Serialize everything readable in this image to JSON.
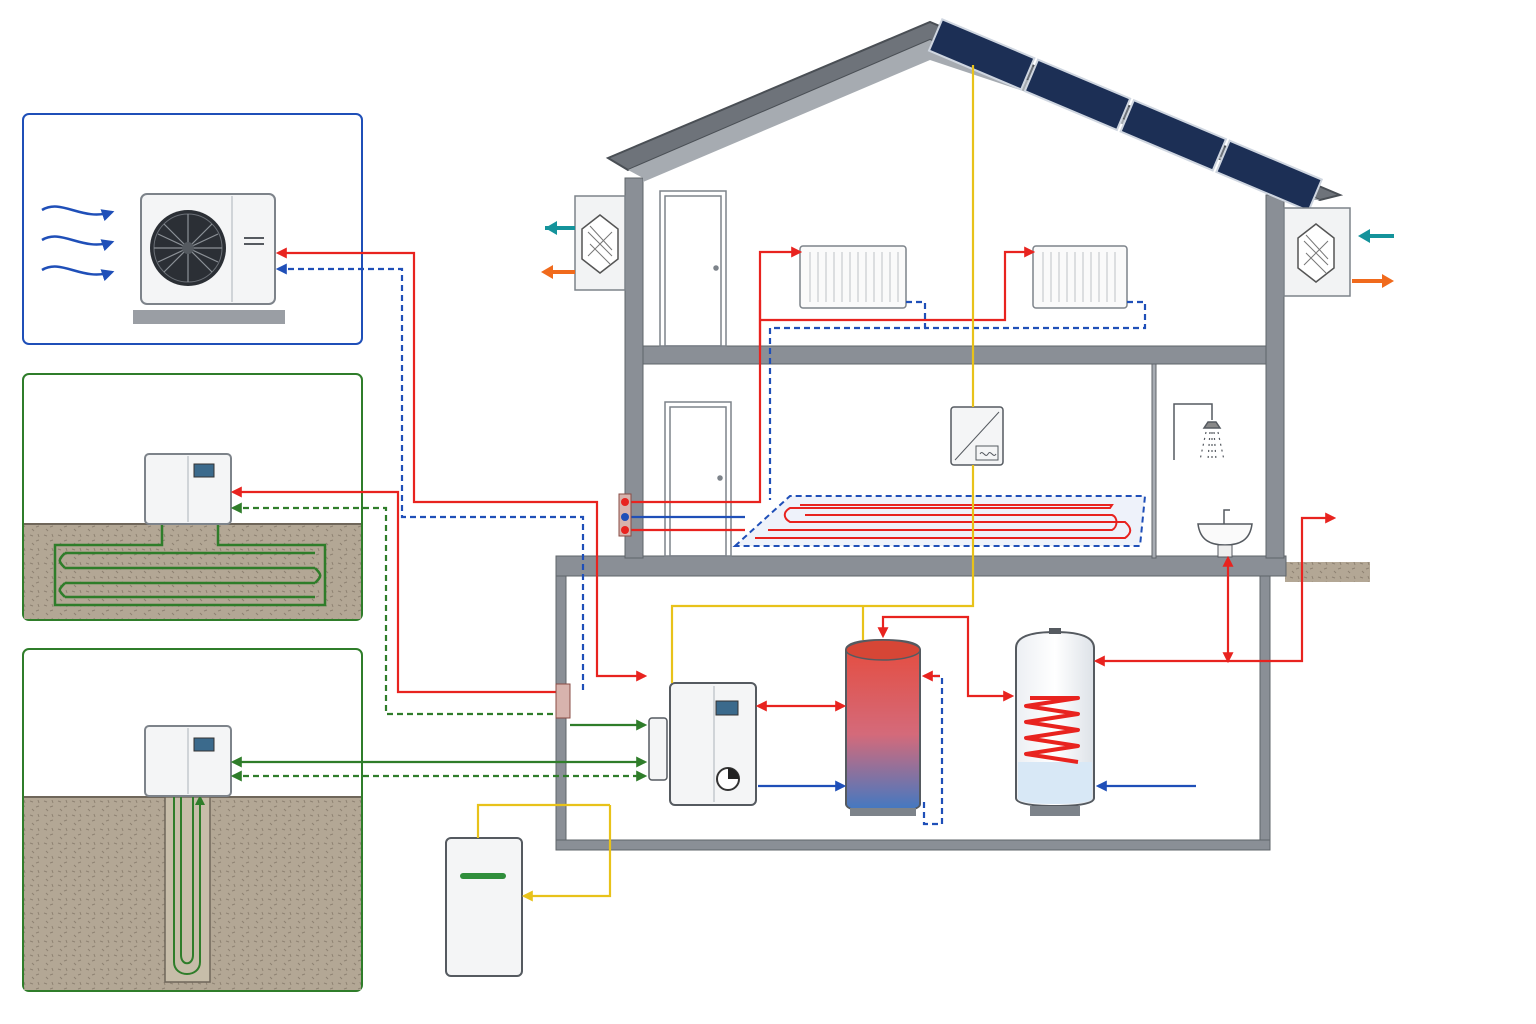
{
  "colors": {
    "hot": "#e8231f",
    "cold": "#1f4fb8",
    "brine": "#2f7d2a",
    "electric": "#e8c21a",
    "exhaust": "#f06a1c",
    "fresh_air": "#14939b",
    "wall": "#8a8f96",
    "soil": "#b3a795",
    "panel_border_air": "#1f4fb8",
    "panel_border_ground": "#2f7d2a",
    "solar": "#1c2f55"
  },
  "sources": [
    {
      "id": "air",
      "icon": "air-source-heat-pump-icon"
    },
    {
      "id": "ground-collector",
      "icon": "horizontal-ground-collector-icon"
    },
    {
      "id": "borehole",
      "icon": "vertical-borehole-probe-icon"
    }
  ],
  "house": {
    "components": [
      "solar-panels",
      "ventilation-exhaust-unit",
      "ventilation-intake-unit",
      "radiators",
      "underfloor-heating",
      "inverter",
      "shower",
      "washbasin",
      "heat-pump-indoor-unit",
      "buffer-tank",
      "hot-water-cylinder",
      "battery-storage"
    ]
  }
}
